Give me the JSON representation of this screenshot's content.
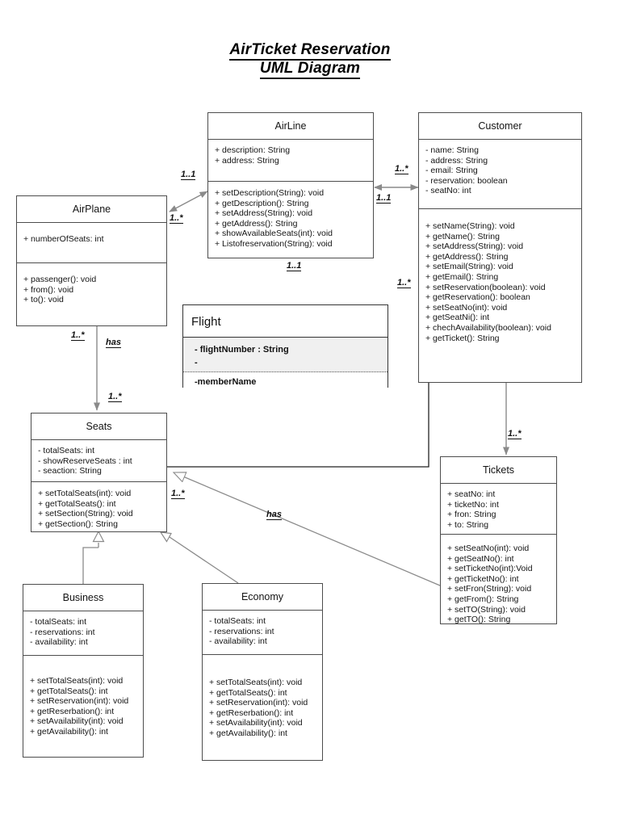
{
  "title": {
    "line1": "AirTicket Reservation",
    "line2": "UML Diagram"
  },
  "classes": {
    "airline": {
      "name": "AirLine",
      "attributes": [
        "+ description: String",
        "+ address: String"
      ],
      "operations": [
        "+ setDescription(String): void",
        "+ getDescription(): String",
        "+ setAddress(String): void",
        "+ getAddress(): String",
        "+ showAvailableSeats(int): void",
        "+ Listofreservation(String): void"
      ]
    },
    "customer": {
      "name": "Customer",
      "attributes": [
        "- name: String",
        "- address: String",
        "- email: String",
        "- reservation: boolean",
        "- seatNo: int"
      ],
      "operations": [
        "+ setName(String): void",
        "+ getName(): String",
        "+ setAddress(String): void",
        "+ getAddress(): String",
        "+ setEmail(String): void",
        "+ getEmail(): String",
        "+ setReservation(boolean): void",
        "+ getReservation(): boolean",
        "+ setSeatNo(int): void",
        "+ getSeatNi(): int",
        "+ chechAvailability(boolean): void",
        "+ getTicket(): String"
      ]
    },
    "airplane": {
      "name": "AirPlane",
      "attributes": [
        "+ numberOfSeats: int"
      ],
      "operations": [
        "+ passenger(): void",
        "+ from(): void",
        "+ to(): void"
      ]
    },
    "flight": {
      "name": "Flight",
      "attributes_top": [
        "- flightNumber : String",
        "-"
      ],
      "attributes_bottom": [
        "-memberName"
      ]
    },
    "seats": {
      "name": "Seats",
      "attributes": [
        "- totalSeats: int",
        "- showReserveSeats : int",
        "- seaction: String"
      ],
      "operations": [
        "+ setTotalSeats(int): void",
        "+ getTotalSeats(): int",
        "+ setSection(String): void",
        "+ getSection(): String"
      ]
    },
    "tickets": {
      "name": "Tickets",
      "attributes": [
        "+ seatNo: int",
        "+ ticketNo: int",
        "+ fron: String",
        "+ to: String"
      ],
      "operations": [
        "+ setSeatNo(int): void",
        "+ getSeatNo(): int",
        "+ setTicketNo(int):Void",
        "+ getTicketNo(): int",
        "+ setFron(String): void",
        "+ getFrom(): String",
        "+ setTO(String): void",
        "+ getTO(): String"
      ]
    },
    "business": {
      "name": "Business",
      "attributes": [
        "- totalSeats: int",
        "- reservations: int",
        "- availability: int"
      ],
      "operations": [
        "+ setTotalSeats(int): void",
        "+ getTotalSeats(): int",
        "+ setReservation(int): void",
        "+ getReserbation(): int",
        "+ setAvailability(int): void",
        "+ getAvailability(): int"
      ]
    },
    "economy": {
      "name": "Economy",
      "attributes": [
        "- totalSeats: int",
        "- reservations: int",
        "- availability: int"
      ],
      "operations": [
        "+ setTotalSeats(int): void",
        "+ getTotalSeats(): int",
        "+ setReservation(int): void",
        "+ getReserbation(): int",
        "+ setAvailability(int): void",
        "+ getAvailability(): int"
      ]
    }
  },
  "edge_labels": {
    "airplane_airline_one": "1..1",
    "airplane_airline_many": "1..*",
    "airline_customer_many": "1..*",
    "airline_customer_one": "1..1",
    "airline_bottom_one": "1..1",
    "customer_left_many": "1..*",
    "airplane_seats_many_top": "1..*",
    "airplane_seats_has": "has",
    "airplane_seats_many_bottom": "1..*",
    "seats_customer_many": "1..*",
    "seats_tickets_has": "has",
    "customer_tickets_many": "1..*"
  },
  "colors": {
    "box_border": "#4d4d4d",
    "line": "#808080",
    "line_dark": "#222222",
    "flight_fill": "#f0f0f0",
    "text": "#141414",
    "background": "#ffffff"
  }
}
